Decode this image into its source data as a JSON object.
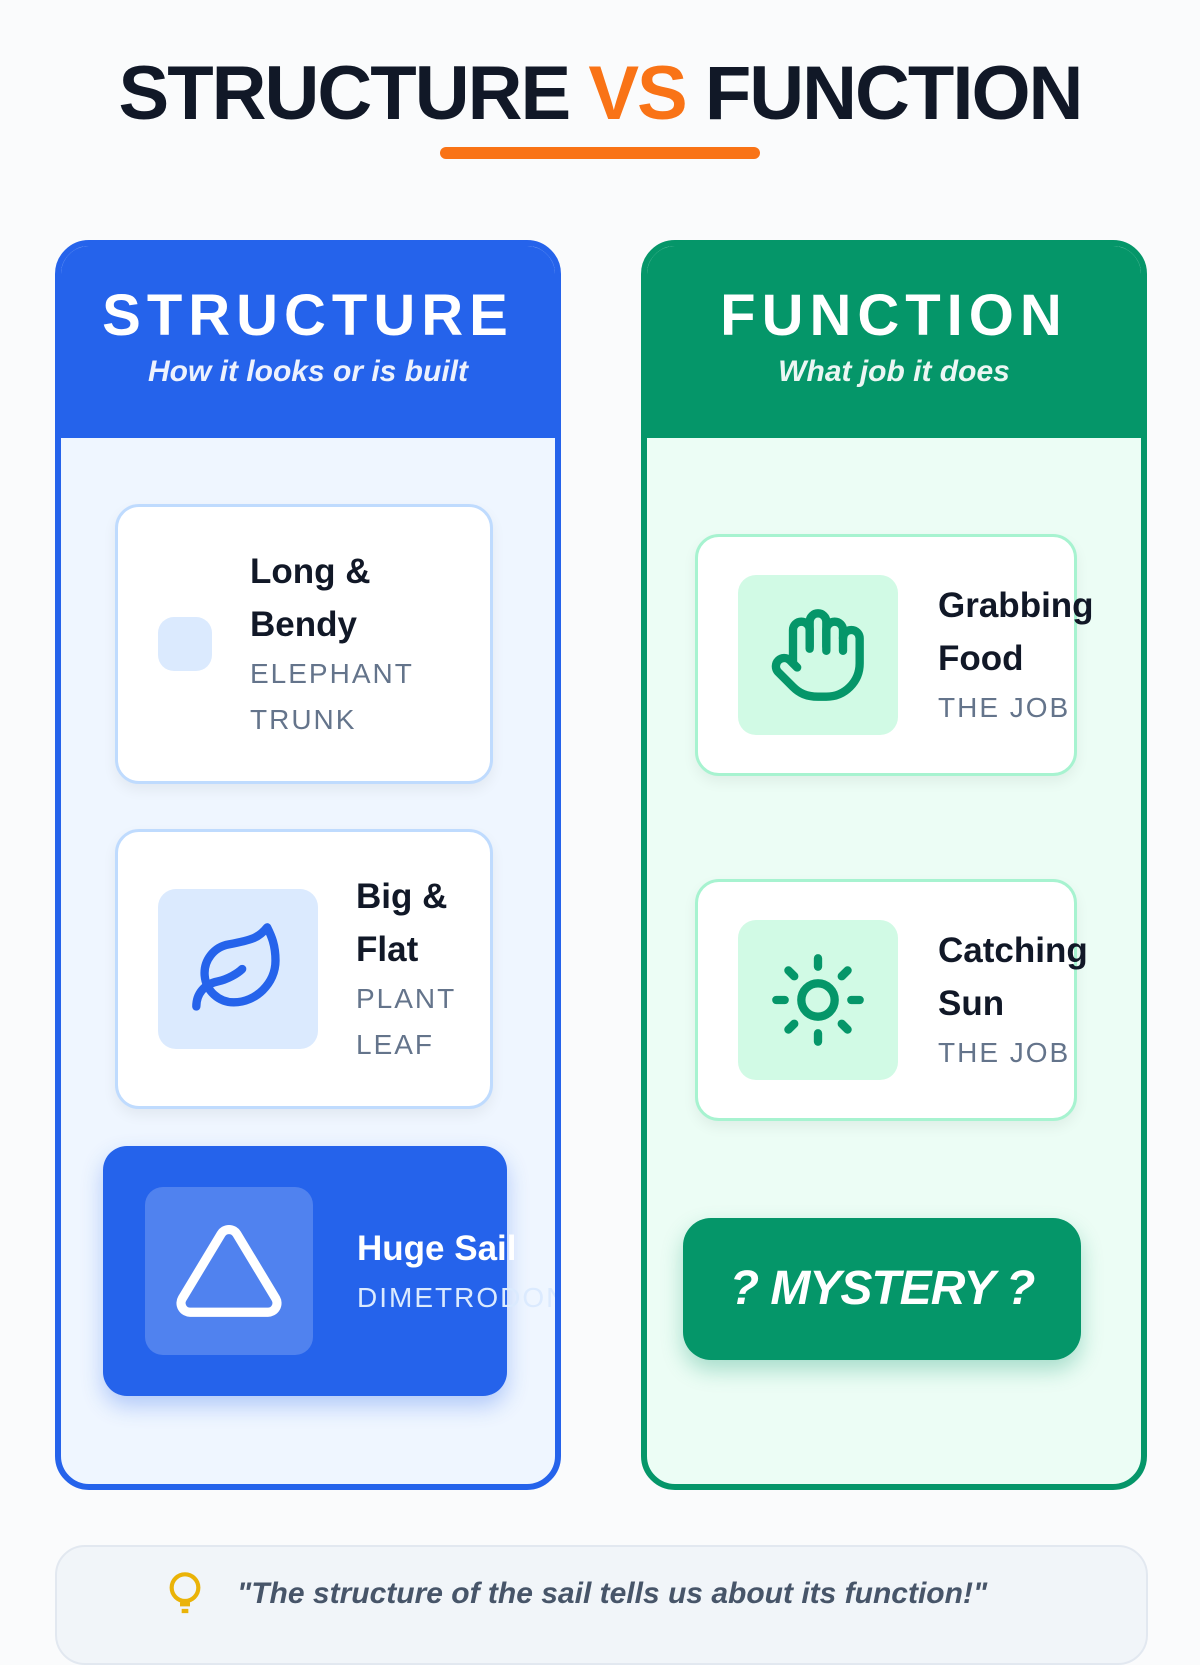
{
  "title": {
    "part1": "STRUCTURE",
    "vs": "VS",
    "part2": "FUNCTION"
  },
  "structure": {
    "heading": "STRUCTURE",
    "subtitle": "How it looks or is built",
    "cards": [
      {
        "title": "Long & Bendy",
        "label": "ELEPHANT TRUNK",
        "icon": "blank-icon"
      },
      {
        "title": "Big & Flat",
        "label": "PLANT LEAF",
        "icon": "leaf-icon"
      },
      {
        "title": "Huge Sail",
        "label": "DIMETRODON",
        "icon": "triangle-icon"
      }
    ]
  },
  "function": {
    "heading": "FUNCTION",
    "subtitle": "What job it does",
    "cards": [
      {
        "title": "Grabbing Food",
        "label": "THE JOB",
        "icon": "hand-icon"
      },
      {
        "title": "Catching Sun",
        "label": "THE JOB",
        "icon": "sun-icon"
      }
    ],
    "mystery": "? MYSTERY ?"
  },
  "quote": {
    "text": "\"The structure of the sail tells us about its function!\"",
    "icon": "lightbulb-icon"
  },
  "colors": {
    "blue": "#2563eb",
    "green": "#059669",
    "orange": "#f97316"
  }
}
